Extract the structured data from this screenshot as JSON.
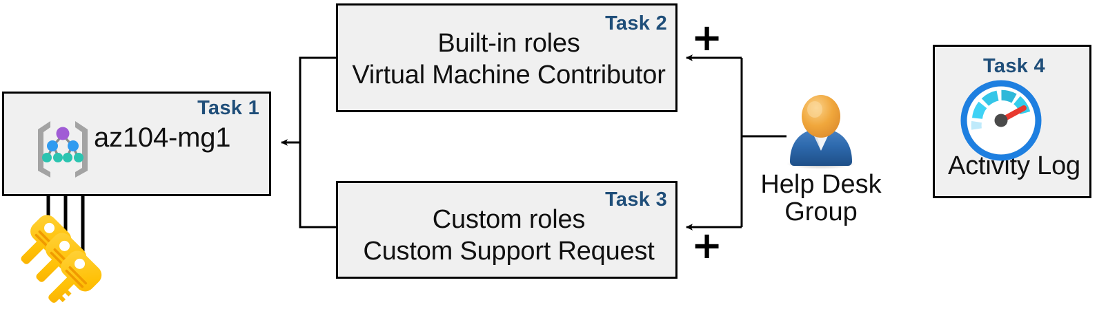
{
  "diagram": {
    "title": "Azure RBAC task diagram",
    "accent_color": "#1F4E79",
    "box_fill": "#F0F0F0",
    "box_border": "#000000"
  },
  "task1": {
    "tag": "Task 1",
    "name": "az104-mg1",
    "icon": "management-group-icon"
  },
  "task2": {
    "tag": "Task 2",
    "line1": "Built-in roles",
    "line2": "Virtual Machine Contributor"
  },
  "task3": {
    "tag": "Task 3",
    "line1": "Custom roles",
    "line2": "Custom Support Request"
  },
  "task4": {
    "tag": "Task 4",
    "label": "Activity Log",
    "icon": "activity-log-gauge-icon"
  },
  "helpdesk": {
    "line1": "Help Desk",
    "line2": "Group",
    "icon": "user-group-icon"
  },
  "operators": {
    "plus_top": "+",
    "plus_bottom": "+"
  },
  "keys": {
    "icon": "keys-icon",
    "count": 3,
    "color": "#FFC400"
  }
}
